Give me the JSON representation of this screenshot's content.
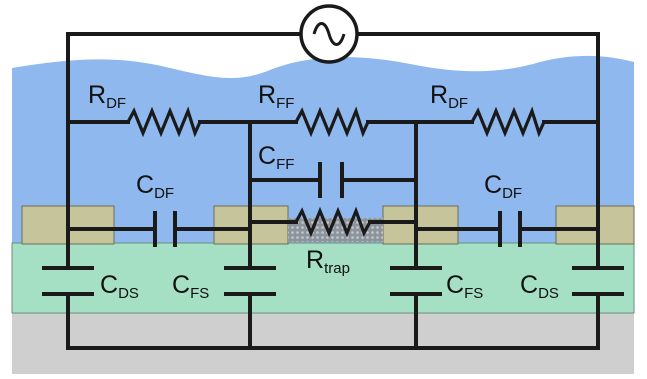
{
  "colors": {
    "water": "#8fb8ee",
    "substrate_green": "#a5e0c4",
    "base_gray": "#cfcfcf",
    "electrode_khaki": "#c6c49a",
    "trap_region": "#9aa0a8",
    "wire": "#1a1a1a"
  },
  "source": {
    "icon": "ac-source-icon"
  },
  "labels": {
    "rdf_left": {
      "main": "R",
      "sub": "DF"
    },
    "rff": {
      "main": "R",
      "sub": "FF"
    },
    "rdf_right": {
      "main": "R",
      "sub": "DF"
    },
    "cff": {
      "main": "C",
      "sub": "FF"
    },
    "cdf_left": {
      "main": "C",
      "sub": "DF"
    },
    "cdf_right": {
      "main": "C",
      "sub": "DF"
    },
    "rtrap": {
      "main": "R",
      "sub": "trap"
    },
    "cds_left": {
      "main": "C",
      "sub": "DS"
    },
    "cfs_left": {
      "main": "C",
      "sub": "FS"
    },
    "cfs_right": {
      "main": "C",
      "sub": "FS"
    },
    "cds_right": {
      "main": "C",
      "sub": "DS"
    }
  }
}
